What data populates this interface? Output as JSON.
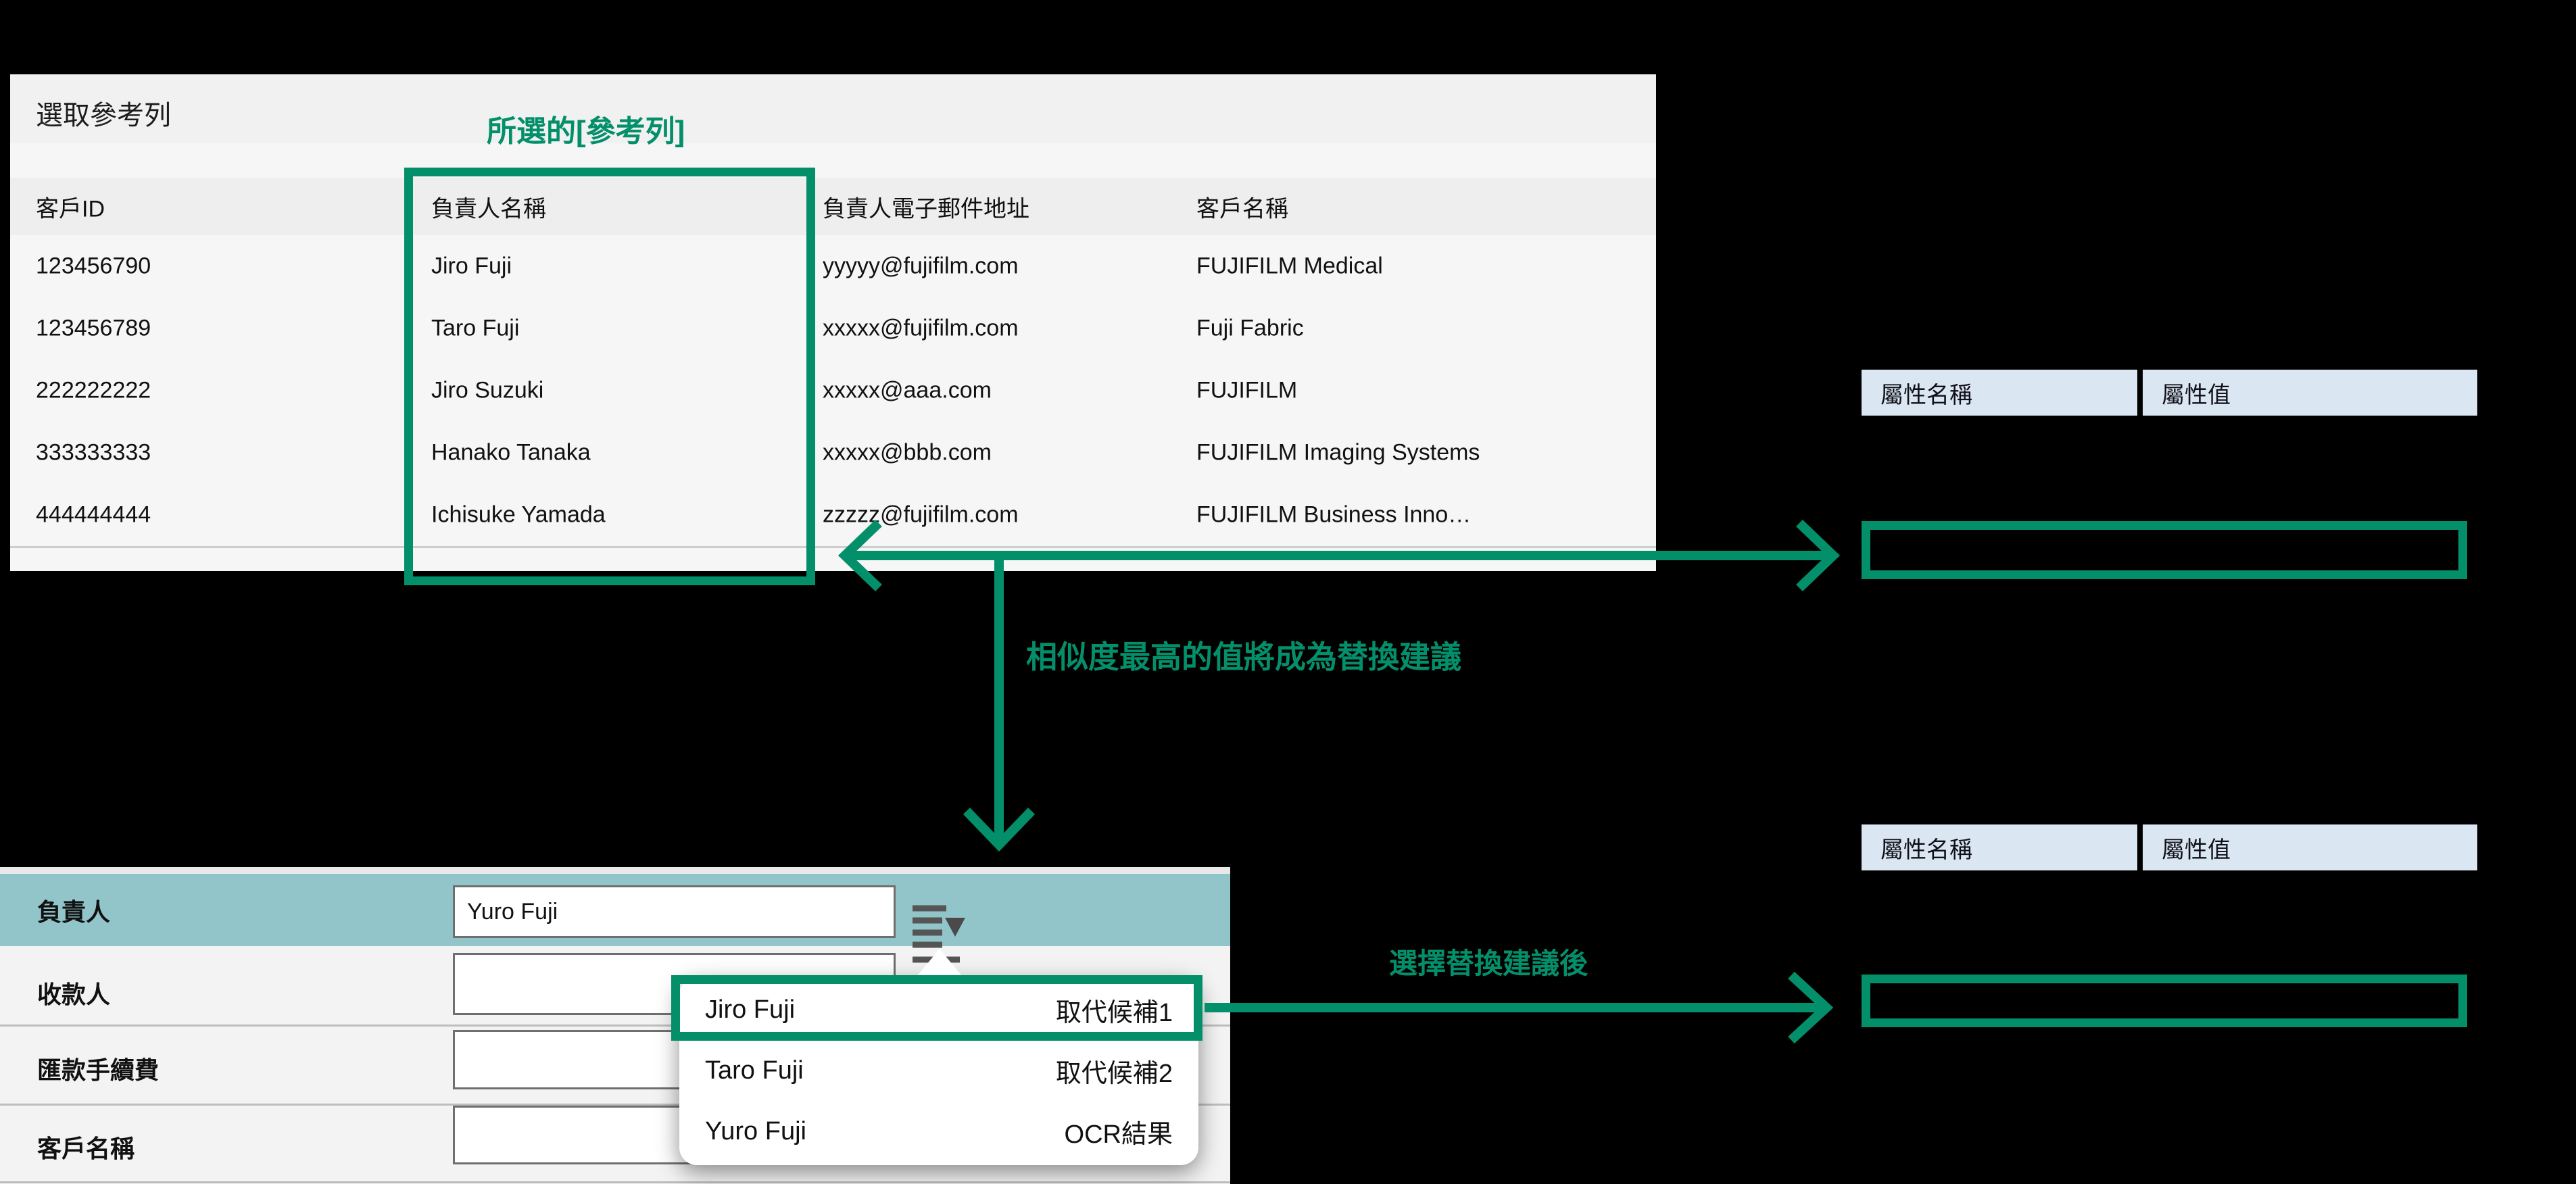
{
  "ref_table": {
    "title": "選取參考列",
    "annotation": "所選的[參考列]",
    "columns": [
      "客戶ID",
      "負責人名稱",
      "負責人電子郵件地址",
      "客戶名稱"
    ],
    "rows": [
      [
        "123456790",
        "Jiro Fuji",
        "yyyyy@fujifilm.com",
        "FUJIFILM Medical"
      ],
      [
        "123456789",
        "Taro Fuji",
        "xxxxx@fujifilm.com",
        "Fuji Fabric"
      ],
      [
        "222222222",
        "Jiro Suzuki",
        "xxxxx@aaa.com",
        "FUJIFILM"
      ],
      [
        "333333333",
        "Hanako Tanaka",
        "xxxxx@bbb.com",
        "FUJIFILM Imaging Systems"
      ],
      [
        "444444444",
        "Ichisuke Yamada",
        "zzzzz@fujifilm.com",
        "FUJIFILM Business Inno…"
      ]
    ]
  },
  "attr_tables": {
    "name_header": "屬性名稱",
    "value_header": "屬性值"
  },
  "annotations": {
    "similarity": "相似度最高的值將成為替換建議",
    "after_select": "選擇替換建議後"
  },
  "form": {
    "rows": [
      {
        "label": "負責人",
        "value": "Yuro Fuji"
      },
      {
        "label": "收款人",
        "value": ""
      },
      {
        "label": "匯款手續費",
        "value": ""
      },
      {
        "label": "客戶名稱",
        "value": ""
      }
    ]
  },
  "dropdown": {
    "items": [
      {
        "name": "Jiro Fuji",
        "tag": "取代候補1"
      },
      {
        "name": "Taro Fuji",
        "tag": "取代候補2"
      },
      {
        "name": "Yuro Fuji",
        "tag": "OCR結果"
      }
    ]
  },
  "colors": {
    "accent_green": "#048F6B",
    "teal": "#92C5CA",
    "header_blue": "#DAE6F2"
  }
}
